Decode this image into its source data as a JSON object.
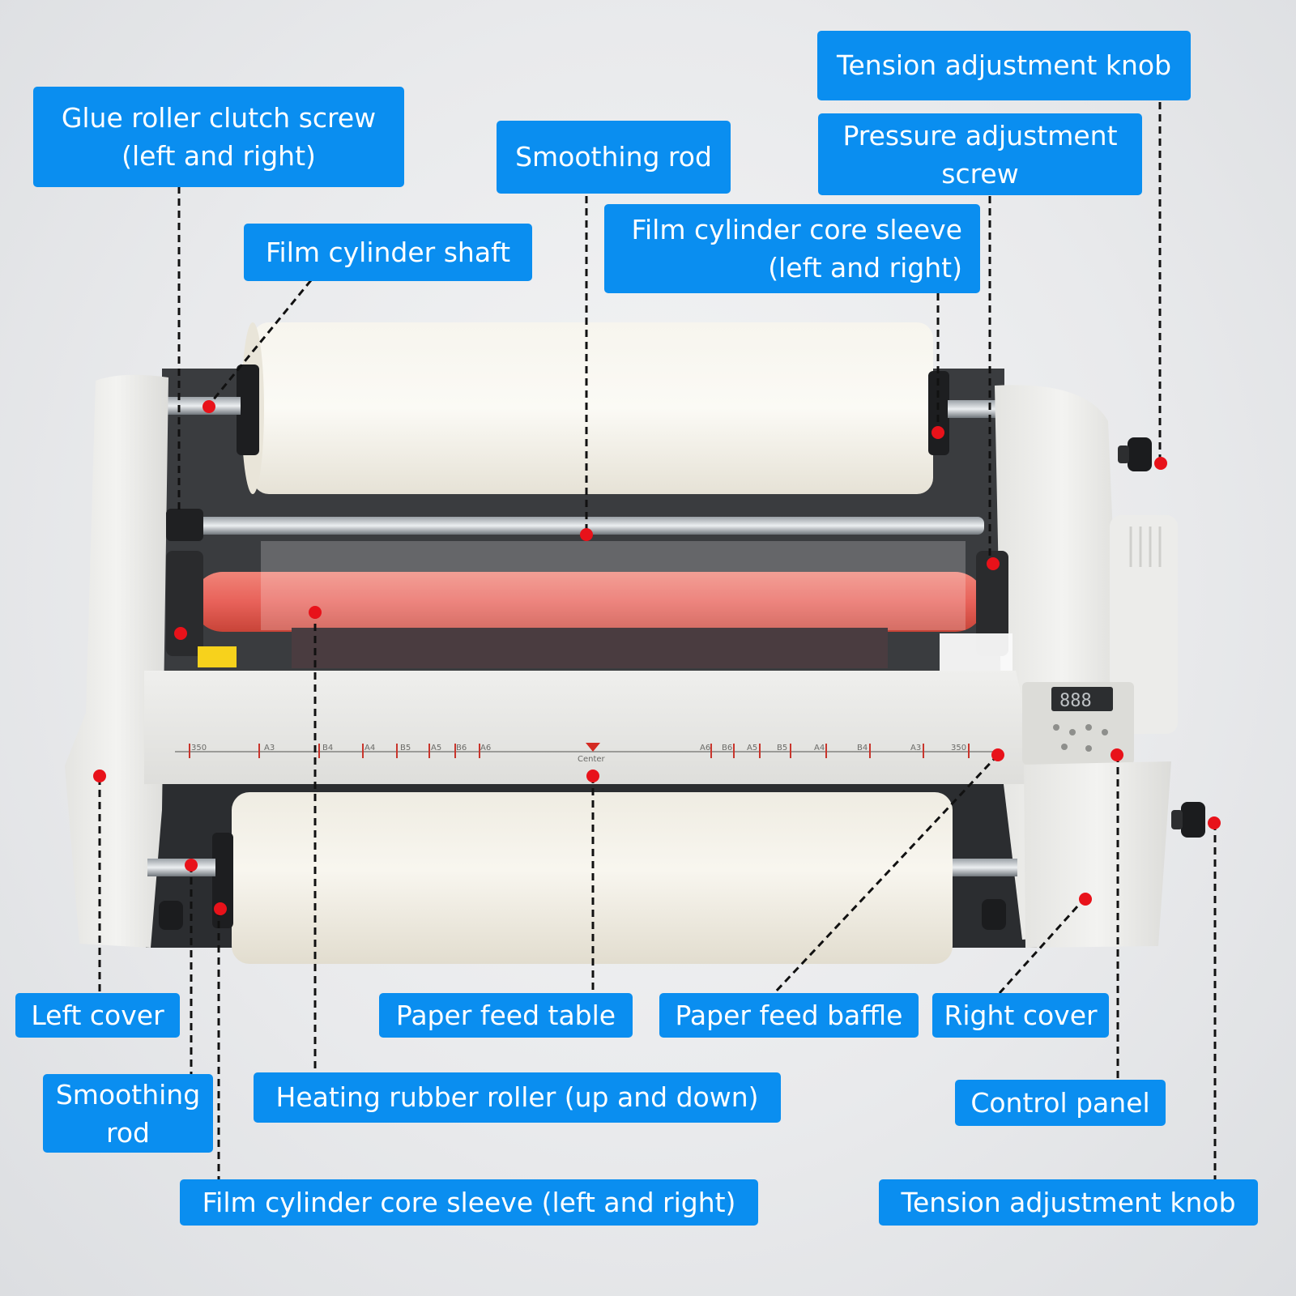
{
  "colors": {
    "callout_bg": "#0a8ef0",
    "callout_text": "#ffffff",
    "marker": "#e8121a",
    "leader": "#111111",
    "heating_roller": "#e8625a",
    "machine_body": "#f1f1ef"
  },
  "callouts": {
    "tension_knob_top": "Tension adjustment knob",
    "glue_roller_clutch_screw": [
      "Glue roller clutch screw",
      "(left and right)"
    ],
    "smoothing_rod_top": "Smoothing rod",
    "pressure_screw": [
      "Pressure adjustment",
      "screw"
    ],
    "film_cylinder_shaft": "Film cylinder shaft",
    "film_core_sleeve_top": [
      "Film cylinder core sleeve",
      "(left and right)"
    ],
    "left_cover": "Left cover",
    "paper_feed_table": "Paper feed table",
    "paper_feed_baffle": "Paper feed baffle",
    "right_cover": "Right cover",
    "smoothing_rod_bottom": [
      "Smoothing",
      "rod"
    ],
    "heating_rubber_roller": "Heating rubber roller (up and down)",
    "control_panel": "Control panel",
    "film_core_sleeve_bottom": "Film cylinder core sleeve (left and right)",
    "tension_knob_bottom": "Tension adjustment knob"
  },
  "machine": {
    "ruler_left": [
      "350",
      "A3",
      "B4",
      "A4",
      "B5",
      "A5",
      "B6",
      "A6"
    ],
    "ruler_center": "Center",
    "ruler_right": [
      "A6",
      "B6",
      "A5",
      "B5",
      "A4",
      "B4",
      "A3",
      "350"
    ],
    "display_digits": "888"
  }
}
